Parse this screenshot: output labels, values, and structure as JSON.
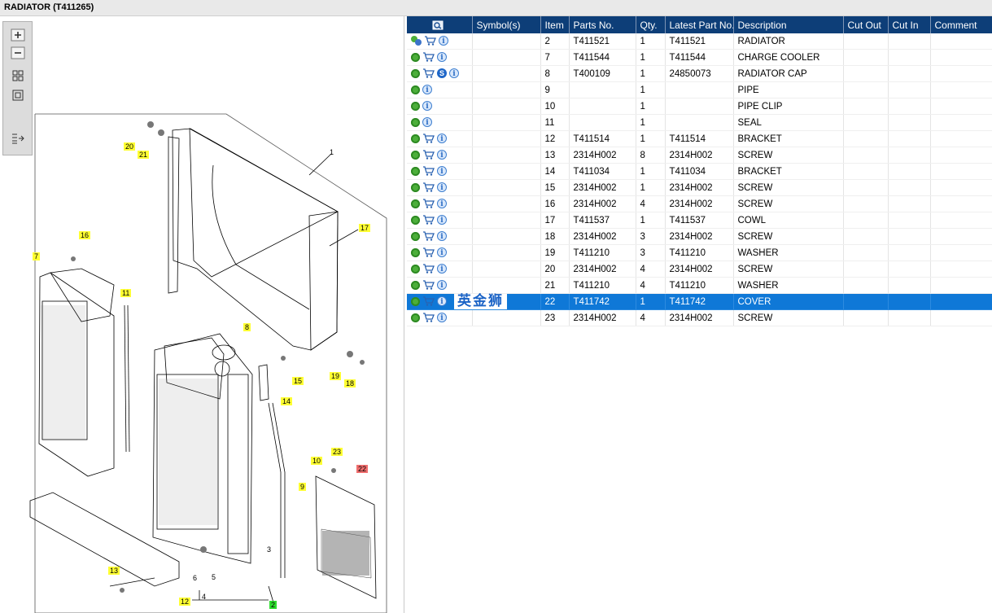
{
  "window": {
    "title": "RADIATOR (T411265)"
  },
  "toolbar": {
    "tools": [
      "zoom-in-icon",
      "zoom-out-icon",
      "fit-grid-icon",
      "fit-box-icon",
      "list-toggle-icon"
    ]
  },
  "drawing": {
    "callouts": [
      {
        "id": "c1",
        "label": "1",
        "style": "plain"
      },
      {
        "id": "c2",
        "label": "2",
        "style": "green"
      },
      {
        "id": "c3",
        "label": "3",
        "style": "plain"
      },
      {
        "id": "c4",
        "label": "4",
        "style": "plain"
      },
      {
        "id": "c5",
        "label": "5",
        "style": "plain"
      },
      {
        "id": "c6",
        "label": "6",
        "style": "plain"
      },
      {
        "id": "c7",
        "label": "7",
        "style": "yellow"
      },
      {
        "id": "c8",
        "label": "8",
        "style": "yellow"
      },
      {
        "id": "c9",
        "label": "9",
        "style": "yellow"
      },
      {
        "id": "c10",
        "label": "10",
        "style": "yellow"
      },
      {
        "id": "c11",
        "label": "11",
        "style": "yellow"
      },
      {
        "id": "c12",
        "label": "12",
        "style": "yellow"
      },
      {
        "id": "c13",
        "label": "13",
        "style": "yellow"
      },
      {
        "id": "c14",
        "label": "14",
        "style": "yellow"
      },
      {
        "id": "c15",
        "label": "15",
        "style": "yellow"
      },
      {
        "id": "c16",
        "label": "16",
        "style": "yellow"
      },
      {
        "id": "c17",
        "label": "17",
        "style": "yellow"
      },
      {
        "id": "c18",
        "label": "18",
        "style": "yellow"
      },
      {
        "id": "c19",
        "label": "19",
        "style": "yellow"
      },
      {
        "id": "c20",
        "label": "20",
        "style": "yellow"
      },
      {
        "id": "c21",
        "label": "21",
        "style": "yellow"
      },
      {
        "id": "c22",
        "label": "22",
        "style": "red"
      },
      {
        "id": "c23",
        "label": "23",
        "style": "yellow"
      }
    ]
  },
  "table": {
    "columns": [
      "",
      "Symbol(s)",
      "Item",
      "Parts No.",
      "Qty.",
      "Latest Part No.",
      "Description",
      "Cut Out",
      "Cut In",
      "Comment"
    ],
    "header_icon": "search-parts-icon",
    "watermark": "英金狮",
    "rows": [
      {
        "icons": [
          "gears",
          "cart",
          "info"
        ],
        "item": "2",
        "part": "T411521",
        "qty": "1",
        "latest": "T411521",
        "desc": "RADIATOR"
      },
      {
        "icons": [
          "gear",
          "cart",
          "info"
        ],
        "item": "7",
        "part": "T411544",
        "qty": "1",
        "latest": "T411544",
        "desc": "CHARGE COOLER"
      },
      {
        "icons": [
          "gear",
          "cart",
          "s",
          "info"
        ],
        "item": "8",
        "part": "T400109",
        "qty": "1",
        "latest": "24850073",
        "desc": "RADIATOR CAP"
      },
      {
        "icons": [
          "gear",
          "info"
        ],
        "item": "9",
        "part": "",
        "qty": "1",
        "latest": "",
        "desc": "PIPE"
      },
      {
        "icons": [
          "gear",
          "info"
        ],
        "item": "10",
        "part": "",
        "qty": "1",
        "latest": "",
        "desc": "PIPE CLIP"
      },
      {
        "icons": [
          "gear",
          "info"
        ],
        "item": "11",
        "part": "",
        "qty": "1",
        "latest": "",
        "desc": "SEAL"
      },
      {
        "icons": [
          "gear",
          "cart",
          "info"
        ],
        "item": "12",
        "part": "T411514",
        "qty": "1",
        "latest": "T411514",
        "desc": "BRACKET"
      },
      {
        "icons": [
          "gear",
          "cart",
          "info"
        ],
        "item": "13",
        "part": "2314H002",
        "qty": "8",
        "latest": "2314H002",
        "desc": "SCREW"
      },
      {
        "icons": [
          "gear",
          "cart",
          "info"
        ],
        "item": "14",
        "part": "T411034",
        "qty": "1",
        "latest": "T411034",
        "desc": "BRACKET"
      },
      {
        "icons": [
          "gear",
          "cart",
          "info"
        ],
        "item": "15",
        "part": "2314H002",
        "qty": "1",
        "latest": "2314H002",
        "desc": "SCREW"
      },
      {
        "icons": [
          "gear",
          "cart",
          "info"
        ],
        "item": "16",
        "part": "2314H002",
        "qty": "4",
        "latest": "2314H002",
        "desc": "SCREW"
      },
      {
        "icons": [
          "gear",
          "cart",
          "info"
        ],
        "item": "17",
        "part": "T411537",
        "qty": "1",
        "latest": "T411537",
        "desc": "COWL"
      },
      {
        "icons": [
          "gear",
          "cart",
          "info"
        ],
        "item": "18",
        "part": "2314H002",
        "qty": "3",
        "latest": "2314H002",
        "desc": "SCREW"
      },
      {
        "icons": [
          "gear",
          "cart",
          "info"
        ],
        "item": "19",
        "part": "T411210",
        "qty": "3",
        "latest": "T411210",
        "desc": "WASHER"
      },
      {
        "icons": [
          "gear",
          "cart",
          "info"
        ],
        "item": "20",
        "part": "2314H002",
        "qty": "4",
        "latest": "2314H002",
        "desc": "SCREW"
      },
      {
        "icons": [
          "gear",
          "cart",
          "info"
        ],
        "item": "21",
        "part": "T411210",
        "qty": "4",
        "latest": "T411210",
        "desc": "WASHER"
      },
      {
        "icons": [
          "gear",
          "cart",
          "info"
        ],
        "item": "22",
        "part": "T411742",
        "qty": "1",
        "latest": "T411742",
        "desc": "COVER",
        "selected": true
      },
      {
        "icons": [
          "gear",
          "cart",
          "info"
        ],
        "item": "23",
        "part": "2314H002",
        "qty": "4",
        "latest": "2314H002",
        "desc": "SCREW"
      }
    ]
  },
  "colors": {
    "header_bg": "#0d3e78",
    "selected_row": "#0f78d7",
    "callout_yellow": "#ffff33",
    "callout_red": "#f06e6e",
    "callout_green": "#2ede2e"
  }
}
